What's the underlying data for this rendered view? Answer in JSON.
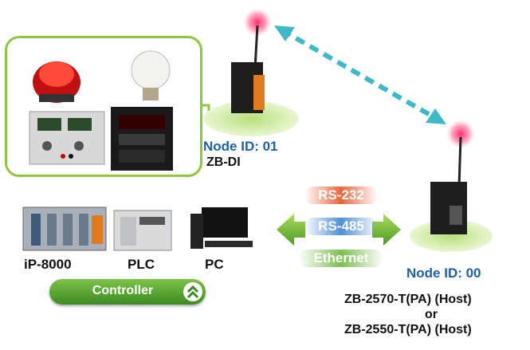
{
  "node_remote": {
    "id_label": "Node ID: 01",
    "model": "ZB-DI"
  },
  "node_host": {
    "id_label": "Node ID: 00",
    "model_line1": "ZB-2570-T(PA) (Host)",
    "or_text": "or",
    "model_line2": "ZB-2550-T(PA) (Host)"
  },
  "protocols": [
    "RS-232",
    "RS-485",
    "Ethernet"
  ],
  "controllers": {
    "items": [
      "iP-8000",
      "PLC",
      "PC"
    ],
    "button_label": "Controller"
  },
  "colors": {
    "node_blue": "#1f5fa8",
    "accent_green": "#8fc63f",
    "rs232": "#e8663c",
    "rs485": "#4f8fd6",
    "ethernet": "#7bbf4f",
    "wireless_link": "#3fb8c8"
  },
  "icons": [
    "siren-light-icon",
    "light-bulb-icon",
    "power-supply-icon",
    "temperature-controller-icon",
    "zigbee-module-icon",
    "signal-waves-icon",
    "ip8000-controller-icon",
    "plc-icon",
    "pc-icon",
    "double-chevron-up-icon"
  ]
}
